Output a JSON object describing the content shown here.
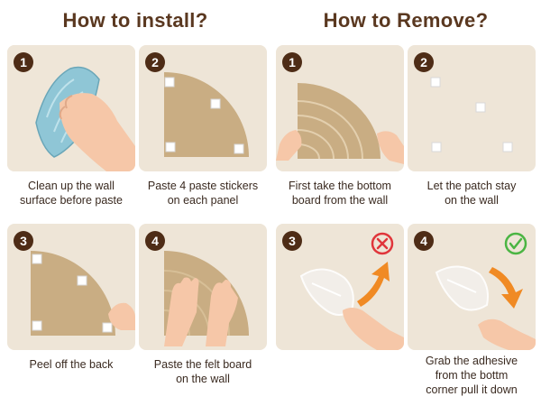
{
  "install": {
    "title": "How to install?",
    "steps": [
      {
        "number": "1",
        "caption": "Clean up the wall\nsurface before paste"
      },
      {
        "number": "2",
        "caption": "Paste 4 paste stickers\non each panel"
      },
      {
        "number": "3",
        "caption": "Peel off the back"
      },
      {
        "number": "4",
        "caption": "Paste the felt board\non the wall"
      }
    ]
  },
  "remove": {
    "title": "How to Remove?",
    "steps": [
      {
        "number": "1",
        "caption": "First take the bottom\nboard from the wall"
      },
      {
        "number": "2",
        "caption": "Let the patch stay\non the wall"
      },
      {
        "number": "3",
        "caption": "",
        "status_icon": "wrong-x-icon"
      },
      {
        "number": "4",
        "caption": "Grab the adhesive\nfrom the bottm\ncorner pull it down",
        "status_icon": "correct-check-icon"
      }
    ]
  },
  "colors": {
    "tile_background": "#eee5d7",
    "felt_board": "#c9ad83",
    "badge": "#4e2c16",
    "arrow": "#f08a24",
    "wrong": "#e0353b",
    "correct": "#4bb543"
  }
}
